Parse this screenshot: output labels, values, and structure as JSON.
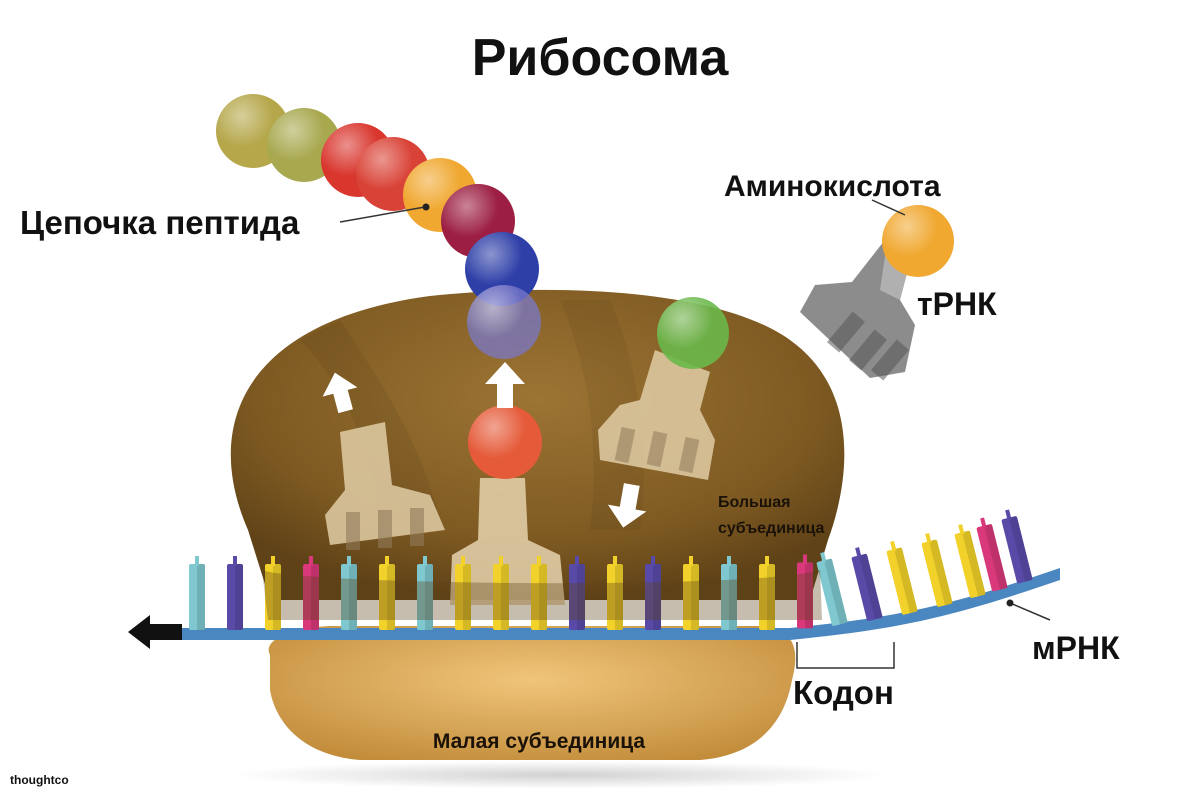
{
  "title": "Рибосома",
  "labels": {
    "peptide_chain": "Цепочка пептида",
    "amino_acid": "Аминокислота",
    "trna": "тРНК",
    "large_subunit_line1": "Большая",
    "large_subunit_line2": "субъединица",
    "codon": "Кодон",
    "mrna": "мРНК",
    "small_subunit": "Малая субъединица"
  },
  "credit": "thoughtco",
  "colors": {
    "large_subunit": "#8a6428",
    "small_subunit": "#d9a85a",
    "mrna_backbone": "#4a86c0",
    "trna": "#e0cca6",
    "free_trna": "#8c8c8c",
    "arrow": "#ffffff"
  },
  "peptide_beads": [
    {
      "name": "bead-olive-1",
      "color": "#b5a74a"
    },
    {
      "name": "bead-olive-2",
      "color": "#a8a84f"
    },
    {
      "name": "bead-red-1",
      "color": "#d9362e"
    },
    {
      "name": "bead-red-2",
      "color": "#d94236"
    },
    {
      "name": "bead-orange",
      "color": "#f0a830"
    },
    {
      "name": "bead-maroon",
      "color": "#9c1f43"
    },
    {
      "name": "bead-blue-1",
      "color": "#2e3fa8"
    },
    {
      "name": "bead-blue-2",
      "color": "#7a78c8"
    }
  ],
  "nucleotide_colors": [
    "#7fc8d0",
    "#5a4aa8",
    "#f2d22a",
    "#d9387a",
    "#7fc8d0",
    "#f2d22a",
    "#7fc8d0",
    "#f2d22a",
    "#f2d22a",
    "#f2d22a",
    "#5a4aa8",
    "#f2d22a",
    "#5a4aa8",
    "#f2d22a",
    "#7fc8d0",
    "#f2d22a",
    "#d9387a",
    "#7fc8d0",
    "#5a4aa8",
    "#f2d22a",
    "#f2d22a",
    "#f2d22a",
    "#d9387a",
    "#5a4aa8"
  ]
}
